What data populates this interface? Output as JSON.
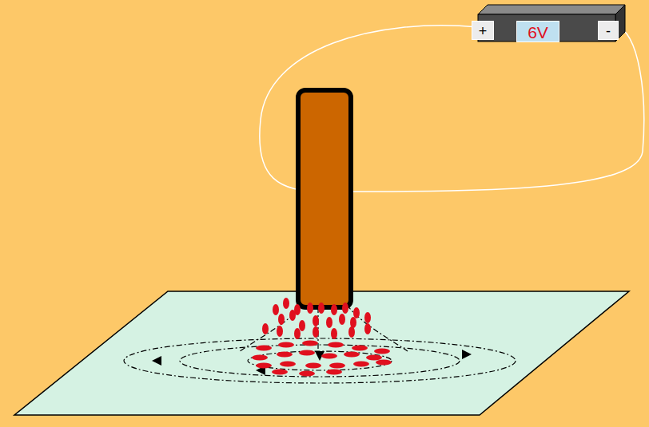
{
  "diagram": {
    "nodes": [
      {
        "text": [
          "+",
          "6V",
          "-"
        ]
      }
    ]
  }
}
